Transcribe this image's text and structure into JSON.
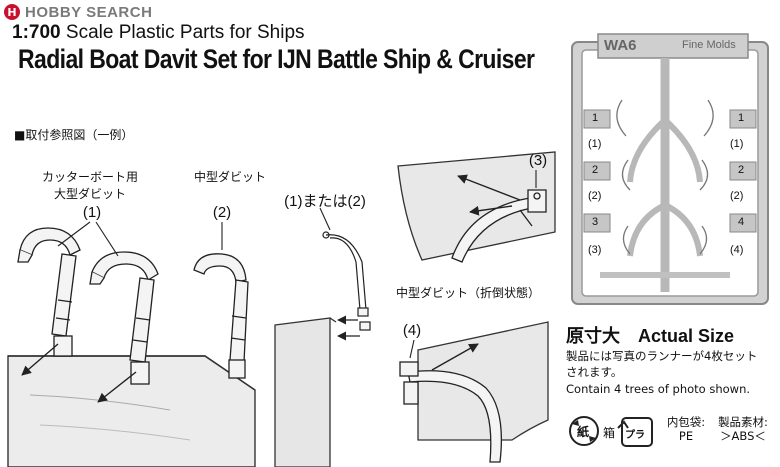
{
  "watermark": {
    "brand": "HOBBY SEARCH"
  },
  "header": {
    "scale_prefix": "1:700",
    "scale_text": "Scale Plastic Parts for Ships",
    "title": "Radial Boat Davit Set for IJN  Battle Ship & Cruiser"
  },
  "section_label": "■取付参照図（一例）",
  "diagram": {
    "caption_cutter_line1": "カッターボート用",
    "caption_cutter_line2": "大型ダビット",
    "label_1a": "(1)",
    "caption_medium": "中型ダビット",
    "label_2": "(2)",
    "label_1or2": "(1)または(2)",
    "label_3": "(3)",
    "caption_folded": "中型ダビット（折倒状態）",
    "label_4": "(4)"
  },
  "sprue": {
    "tag": "WA6",
    "brand": "Fine Molds",
    "left_labels": [
      "(1)",
      "(2)",
      "(3)"
    ],
    "right_labels": [
      "(1)",
      "(2)",
      "(4)"
    ],
    "left_tabs": [
      "1",
      "2",
      "3"
    ],
    "right_tabs": [
      "1",
      "2",
      "4"
    ]
  },
  "actual_size": {
    "jp": "原寸大",
    "en": "Actual Size",
    "desc_jp_1": "製品には写真のランナーが4枚セット",
    "desc_jp_2": "されます。",
    "desc_en": "Contain 4 trees of photo shown."
  },
  "materials": {
    "box_symbol": "紙",
    "box_label": "箱",
    "pla_symbol": "プラ",
    "bag_label": "内包袋:",
    "bag_value": "PE",
    "material_label": "製品素材:",
    "material_value": "＞ABS＜"
  }
}
